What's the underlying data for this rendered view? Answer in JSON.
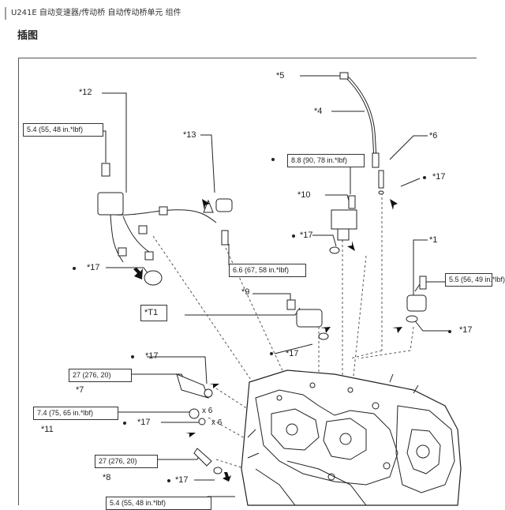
{
  "header": {
    "breadcrumb": "U241E 自动变速器/传动桥  自动传动桥单元  组件",
    "section_title": "插图"
  },
  "diagram": {
    "callouts": {
      "c12": "*12",
      "c13": "*13",
      "c5": "*5",
      "c4": "*4",
      "c6": "*6",
      "c17a": "*17",
      "c10": "*10",
      "c17b": "*17",
      "c1": "*1",
      "c17c": "*17",
      "c9": "*9",
      "c17d": "*17",
      "c17e": "*17",
      "c17f": "*17",
      "c7": "*7",
      "c11": "*11",
      "c17g": "*17",
      "c8": "*8",
      "c17h": "*17",
      "x6a": "x 6",
      "x6b": "x 6"
    },
    "torque_boxes": {
      "t1": "5.4 (55, 48 in.*lbf)",
      "t2": "8.8 (90, 78 in.*lbf)",
      "t3": "6.6 (67, 58 in.*lbf)",
      "t4": "5.5 (56, 49 in.*lbf)",
      "t5": "27 (276, 20)",
      "t6": "7.4 (75, 65 in.*lbf)",
      "t7": "27 (276, 20)",
      "t8": "5.4 (55, 48 in.*lbf)"
    },
    "tool_box": "*T1"
  }
}
